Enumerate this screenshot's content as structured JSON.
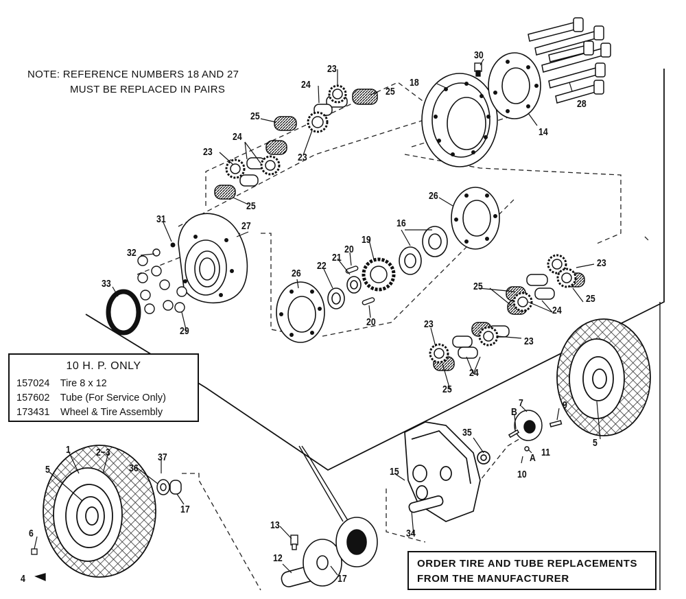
{
  "note": {
    "line1": "NOTE:  REFERENCE NUMBERS 18 AND 27",
    "line2": "MUST BE REPLACED IN PAIRS"
  },
  "hp_box": {
    "title": "10 H. P. ONLY",
    "rows": [
      {
        "part": "157024",
        "desc": "Tire 8 x 12"
      },
      {
        "part": "157602",
        "desc": "Tube (For Service Only)"
      },
      {
        "part": "173431",
        "desc": "Wheel & Tire Assembly"
      }
    ]
  },
  "order_box": {
    "line1": "ORDER TIRE AND TUBE REPLACEMENTS",
    "line2": "FROM THE MANUFACTURER"
  },
  "callouts": {
    "c30": "30",
    "c23a": "23",
    "c24a": "24",
    "c25a": "25",
    "c18": "18",
    "c28": "28",
    "c14": "14",
    "c25b": "25",
    "c24b": "24",
    "c23b": "23",
    "c23c": "23",
    "c25c": "25",
    "c31": "31",
    "c27": "27",
    "c32": "32",
    "c33": "33",
    "c29": "29",
    "c26a": "26",
    "c22": "22",
    "c21": "21",
    "c20a": "20",
    "c19": "19",
    "c20b": "20",
    "c16": "16",
    "c26b": "26",
    "c23d": "23",
    "c25d": "25",
    "c25e": "25",
    "c24c": "24",
    "c23e": "23",
    "c23f": "23",
    "c24d": "24",
    "c25f": "25",
    "c7": "7",
    "c9": "9",
    "cB": "B",
    "c11": "11",
    "cA": "A",
    "c10": "10",
    "c5a": "5",
    "c35": "35",
    "c15": "15",
    "c34": "34",
    "c1": "1",
    "c2_3": "2−3",
    "c37": "37",
    "c5b": "5",
    "c36": "36",
    "c17a": "17",
    "c6": "6",
    "c4": "4",
    "c13": "13",
    "c12": "12",
    "c17b": "17"
  }
}
